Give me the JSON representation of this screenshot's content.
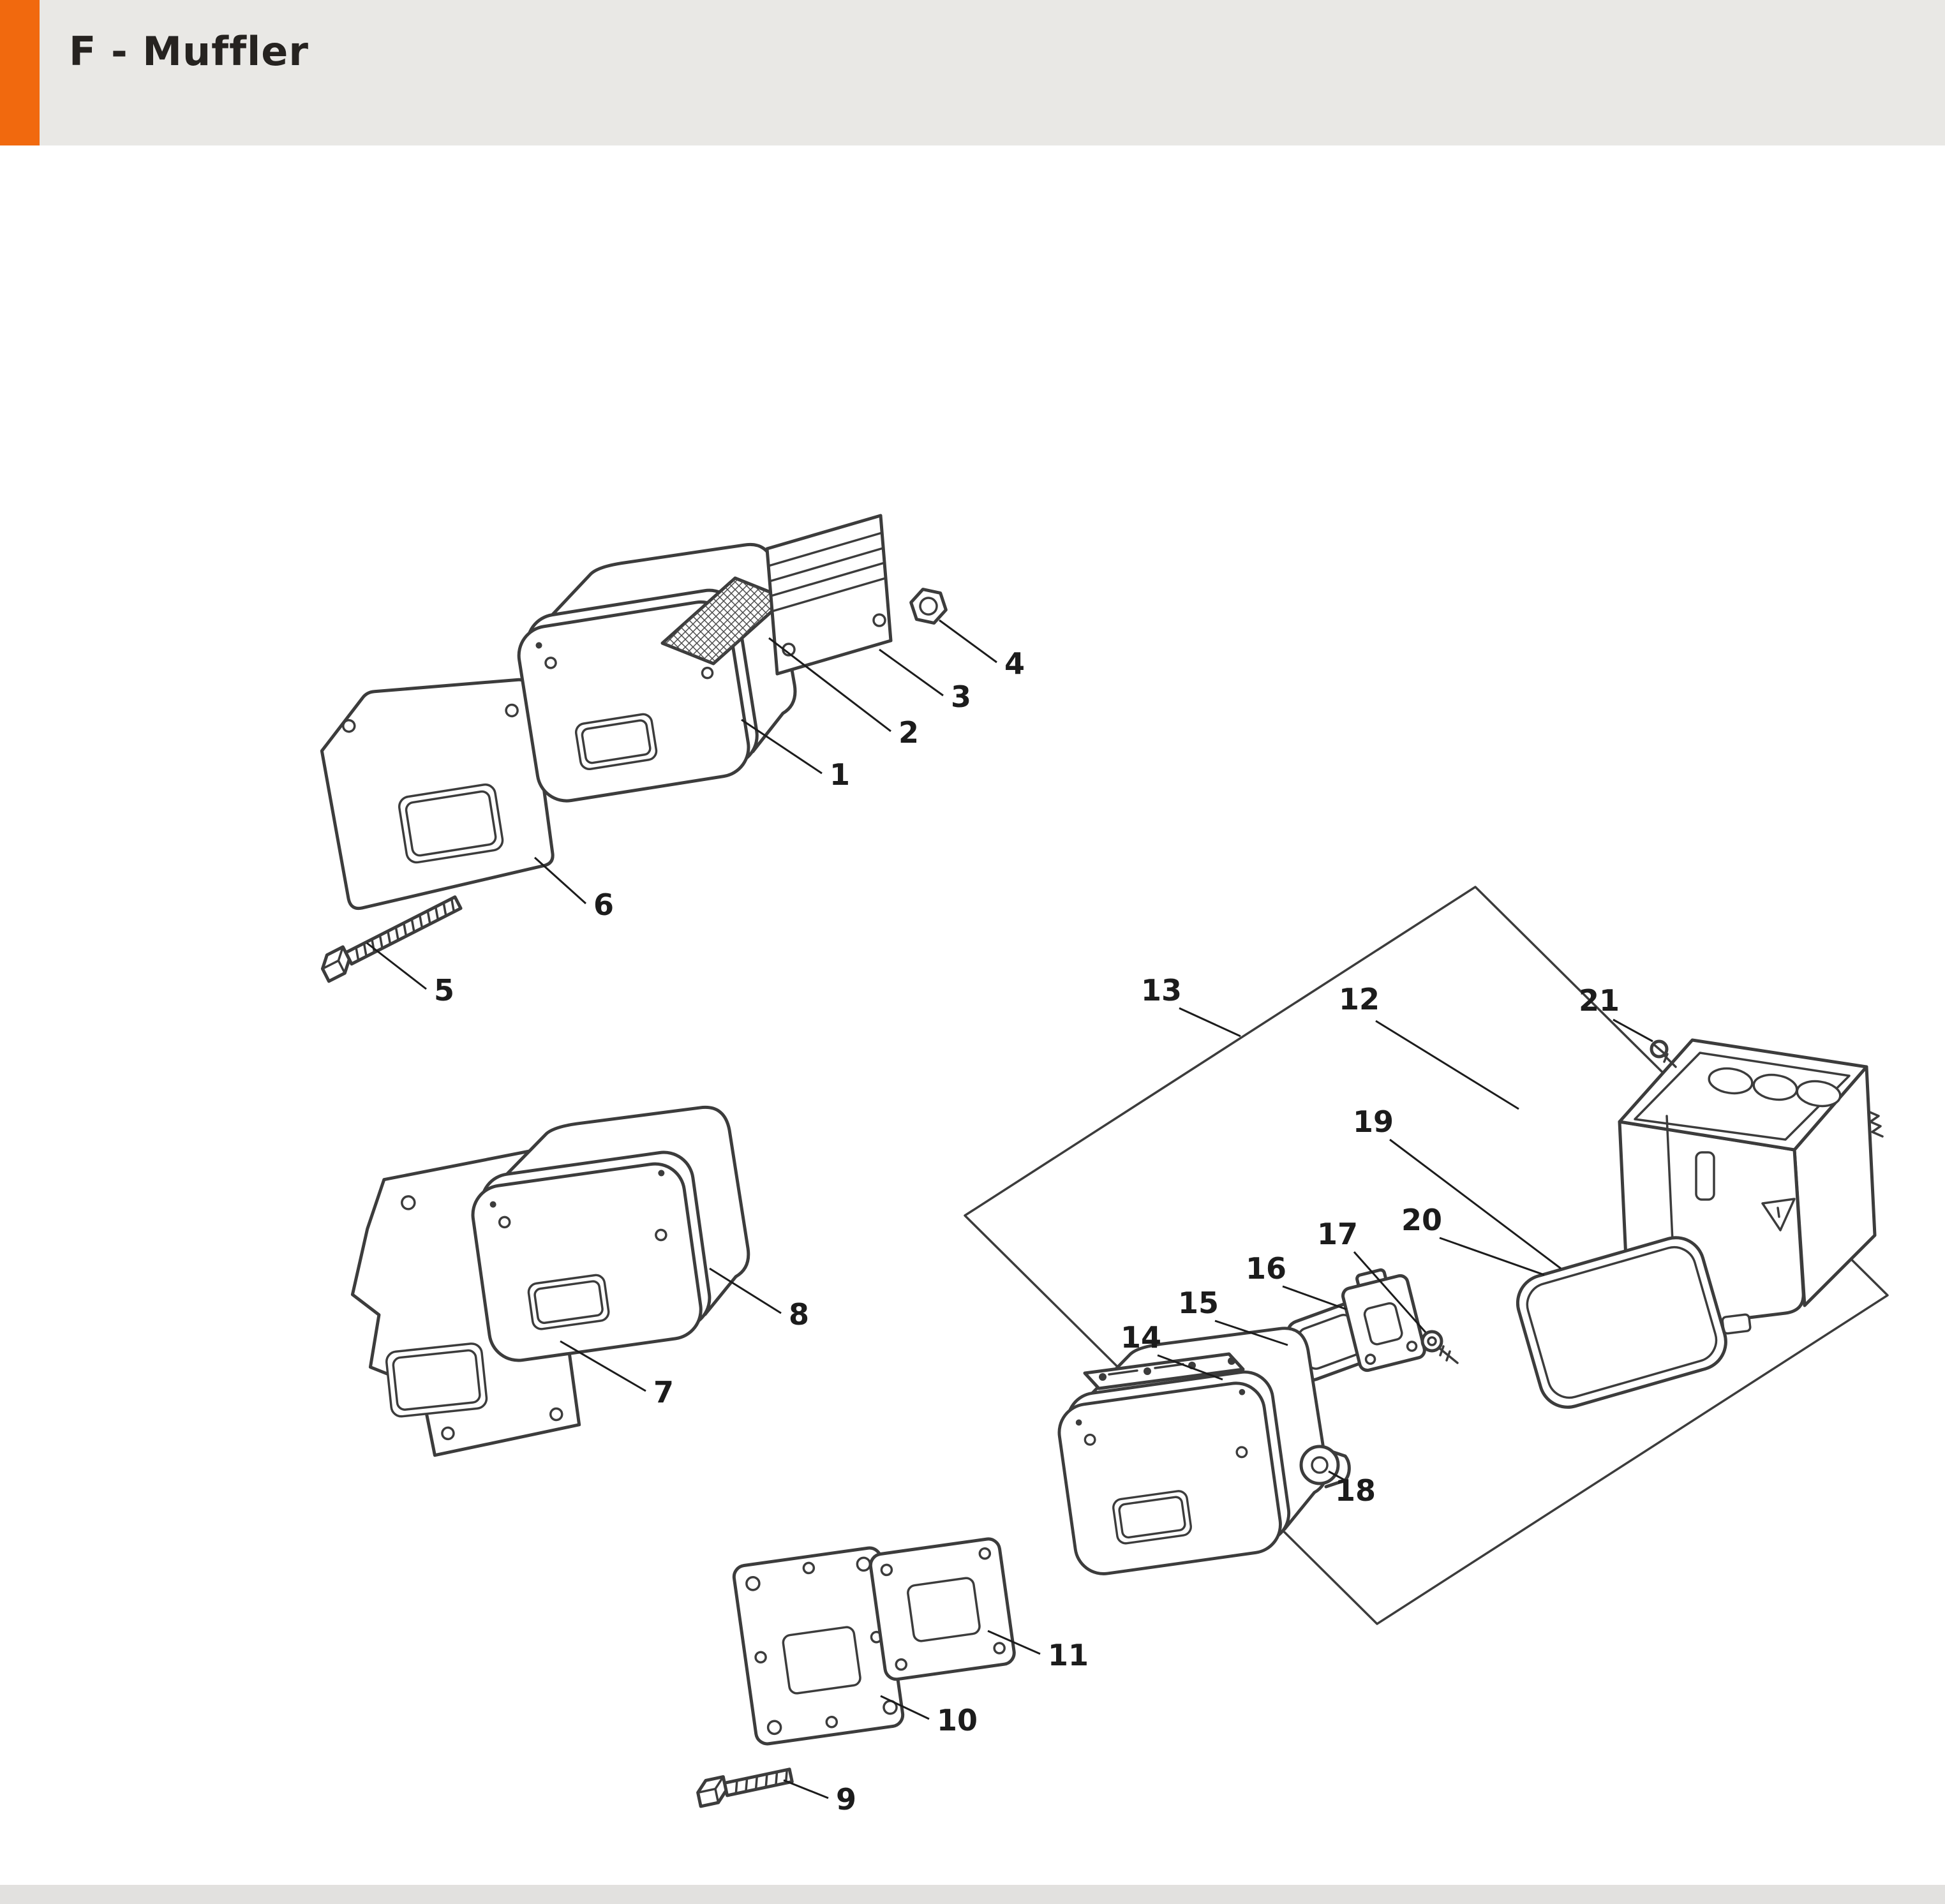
{
  "page": {
    "title": "F - Muffler"
  },
  "theme": {
    "accent": "#f1690e",
    "header_bg": "#e9e8e5",
    "line": "#3c3c3c",
    "label": "#1c1c1c",
    "footer": "#e2e1df"
  },
  "diagram": {
    "callouts": [
      "1",
      "2",
      "3",
      "4",
      "5",
      "6",
      "7",
      "8",
      "9",
      "10",
      "11",
      "12",
      "13",
      "14",
      "15",
      "16",
      "17",
      "18",
      "19",
      "20",
      "21"
    ]
  }
}
